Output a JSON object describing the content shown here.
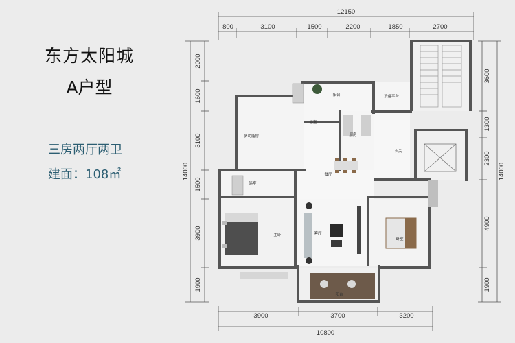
{
  "project_name": "东方太阳城",
  "unit_type": "A户型",
  "layout_desc": "三房两厅两卫",
  "area_label": "建面：108㎡",
  "dims": {
    "top_total": "12150",
    "top": [
      "800",
      "3100",
      "1500",
      "2200",
      "1850",
      "2700"
    ],
    "bottom": [
      "3900",
      "3700",
      "3200"
    ],
    "bottom_total": "10800",
    "left": [
      "2000",
      "1600",
      "3100",
      "1500",
      "3900",
      "1900"
    ],
    "left_total": "14000",
    "right": [
      "3600",
      "1300",
      "2300",
      "4900",
      "1900"
    ],
    "right_total": "14000"
  },
  "rooms": {
    "balcony_top": "阳台",
    "equipment": "设备平台",
    "bath_top": "浴室",
    "multi": "多功能房",
    "kitchen": "厨房",
    "entry": "玄关",
    "bath_left": "浴室",
    "dining": "餐厅",
    "master": "主卧",
    "living": "客厅",
    "bedroom": "卧室",
    "balcony_bottom": "阳台"
  },
  "colors": {
    "accent": "#2c5e72",
    "wall": "#555555",
    "floor": "#ffffff",
    "wood": "#8a6a4a"
  }
}
